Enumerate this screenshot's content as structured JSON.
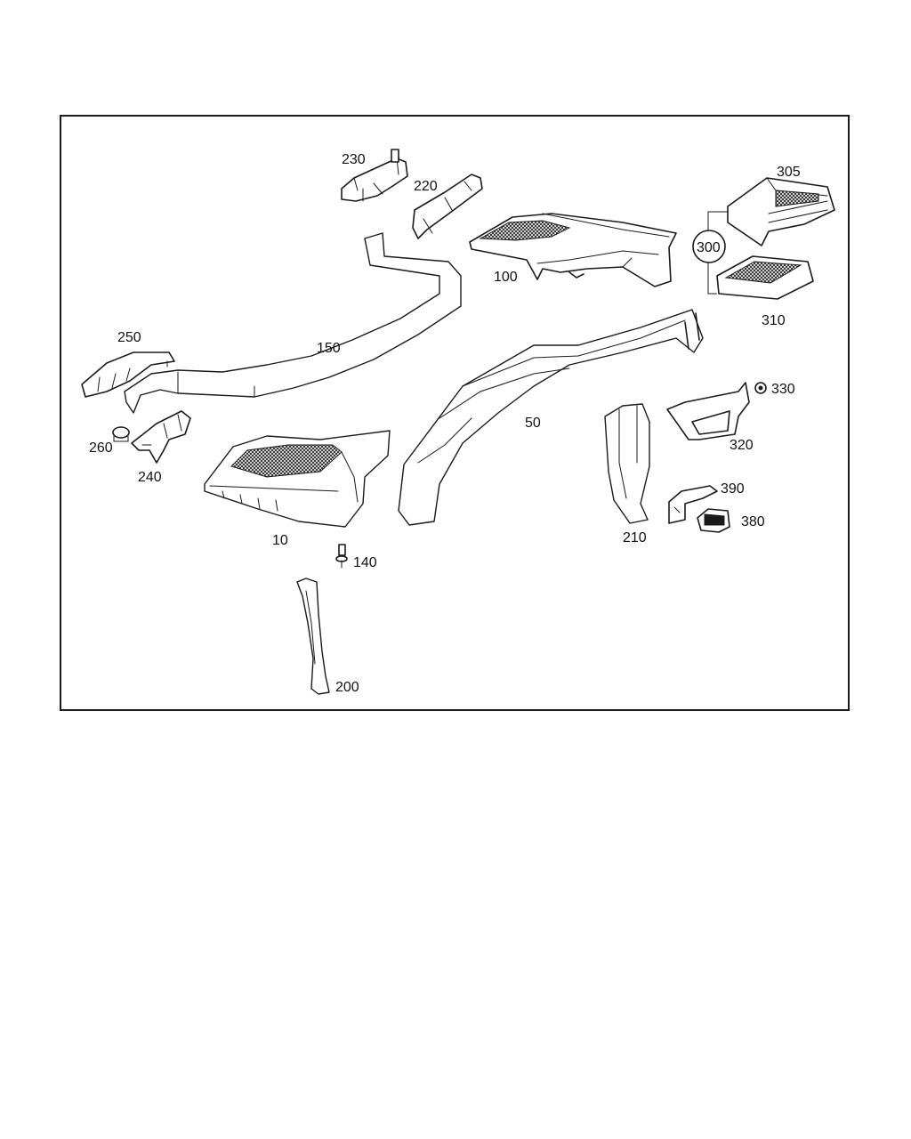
{
  "callouts": {
    "p230": "230",
    "p220": "220",
    "p305": "305",
    "p300": "300",
    "p310": "310",
    "p100": "100",
    "p250": "250",
    "p150": "150",
    "p330": "330",
    "p260": "260",
    "p50": "50",
    "p320": "320",
    "p240": "240",
    "p390": "390",
    "p380": "380",
    "p10": "10",
    "p210": "210",
    "p140": "140",
    "p200": "200"
  },
  "colors": {
    "line": "#1a1a1a",
    "background": "#ffffff"
  }
}
